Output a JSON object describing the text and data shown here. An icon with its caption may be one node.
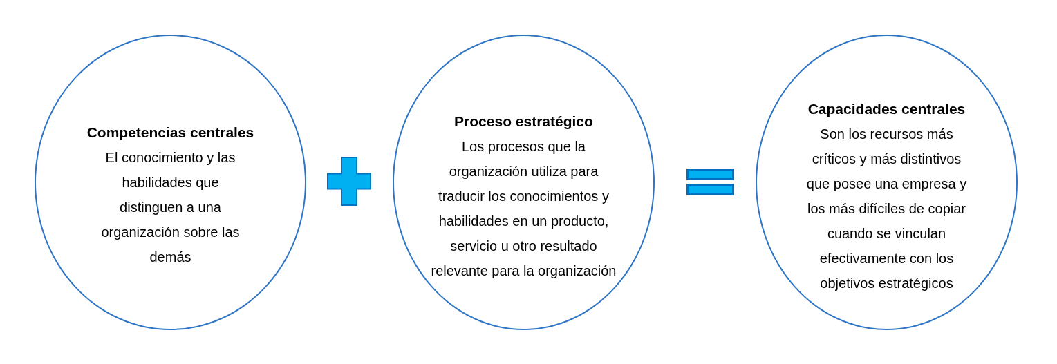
{
  "diagram": {
    "nodes": [
      {
        "text": [
          "Competencias centrales",
          "El conocimiento y las habilidades que distinguen a una organización sobre las demás"
        ]
      },
      {
        "text": [],
        "shape": "plus"
      },
      {
        "text": [
          "Proceso estratégico",
          "Los procesos que la organización utiliza para traducir los conocimientos y habilidades en un producto, servicio u otro resultado relevante para la organización"
        ]
      },
      {
        "text": [],
        "shape": "equals"
      },
      {
        "text": [
          "Capacidades centrales",
          "Son los recursos más críticos y más distintivos que posee una empresa y los más difíciles de copiar cuando se vinculan efectivamente con los objetivos estratégicos"
        ]
      }
    ]
  }
}
